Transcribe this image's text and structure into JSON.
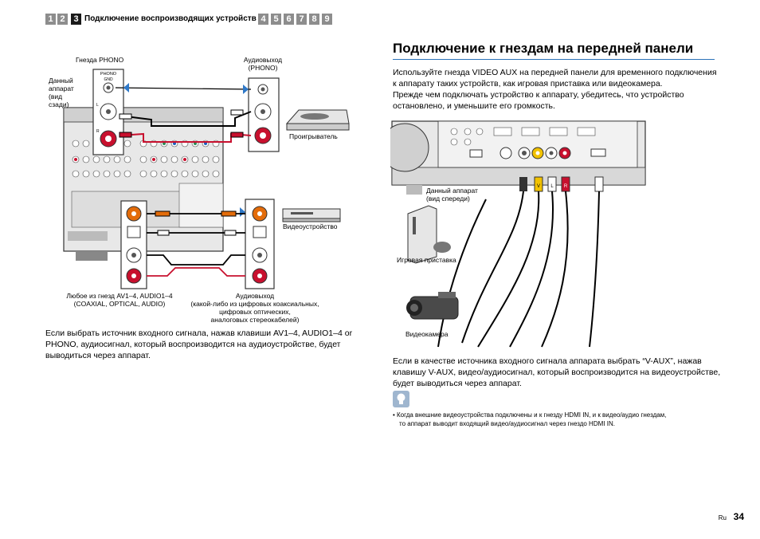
{
  "nav": {
    "pages_before": [
      "1",
      "2"
    ],
    "current": "3",
    "title": "Подключение воспроизводящих устройств",
    "pages_after": [
      "4",
      "5",
      "6",
      "7",
      "8",
      "9"
    ]
  },
  "left": {
    "labels": {
      "phono_jacks": "Гнезда PHONO",
      "device_rear_1": "Данный",
      "device_rear_2": "аппарат",
      "device_rear_3": "(вид",
      "device_rear_4": "сзади)",
      "audio_out_1": "Аудиовыход",
      "audio_out_2": "(PHONO)",
      "turntable": "Проигрыватель",
      "video_device": "Видеоустройство",
      "any_jack_1": "Любое из гнезд AV1–4, AUDIO1–4",
      "any_jack_2": "(COAXIAL, OPTICAL, AUDIO)",
      "audio_out2_1": "Аудиовыход",
      "audio_out2_2": "(какой-либо из цифровых коаксиальных,",
      "audio_out2_3": "цифровых оптических,",
      "audio_out2_4": "аналоговых стереокабелей)"
    },
    "jack_text": {
      "phono": "PHONO",
      "gnd": "GND",
      "l": "L",
      "r": "R"
    },
    "paragraph": [
      "Если выбрать источник входного сигнала, нажав клавиши AV1–4, AUDIO1–4 or",
      "PHONO, аудиосигнал, который воспроизводится на аудиоустройстве, будет",
      "выводиться через аппарат."
    ]
  },
  "right": {
    "heading": "Подключение к гнездам на передней панели",
    "intro": [
      "Используйте гнезда VIDEO AUX на передней панели для временного подключения",
      "к аппарату таких устройств, как игровая приставка или видеокамера.",
      "Прежде чем подключать устройство к аппарату, убедитесь, что устройство",
      "остановлено, и уменьшите его громкость."
    ],
    "labels": {
      "device_front_1": "Данный аппарат",
      "device_front_2": "(вид спереди)",
      "game_console": "Игровая приставка",
      "camcorder": "Видеокамера"
    },
    "plug_text": {
      "v": "V",
      "l": "L",
      "r": "R"
    },
    "paragraph": [
      "Если в качестве источника входного сигнала аппарата выбрать “V-AUX”, нажав",
      "клавишу V-AUX, видео/аудиосигнал, который воспроизводится на видеоустройстве,",
      "будет выводиться через аппарат."
    ],
    "note": [
      "• Когда внешние видеоустройства подключены и к гнезду HDMI IN, и к видео/аудио гнездам,",
      "то аппарат выводит входящий видео/аудиосигнал через гнездо HDMI IN."
    ]
  },
  "footer": {
    "lang": "Ru",
    "page": "34"
  },
  "colors": {
    "nav_inactive": "#8d8d8d",
    "nav_active": "#1a1a1a",
    "heading_rule": "#2b73b9",
    "arrow_blue": "#2e78c8",
    "jack_red": "#c8102e",
    "tip_box": "#9fb6cf"
  }
}
